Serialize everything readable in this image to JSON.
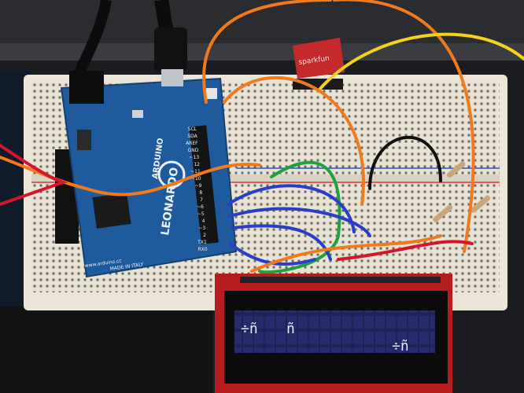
{
  "arduino": {
    "brand": "ARDUINO",
    "model": "LEONARDO",
    "origin": "MADE IN ITALY",
    "site": "www.arduino.cc",
    "pins": [
      "SCL",
      "SDA",
      "AREF",
      "GND",
      "~13",
      "12",
      "~11",
      "~10",
      "~9",
      "8",
      "7",
      "~6",
      "~5",
      "4",
      "~3",
      "2",
      "TX1",
      "RX0"
    ]
  },
  "sensor": {
    "label": "sparkfun"
  },
  "lcd": {
    "glyph_left": "÷ñ",
    "glyph_mid": "ñ",
    "glyph_right": "÷ñ"
  },
  "colors": {
    "desk": "#1b1d20",
    "breadboard": "#e8e2d4",
    "arduino_blue": "#1f5a9c",
    "sparkfun_red": "#c4292b",
    "lcd_screen": "#1e2257",
    "wire_orange": "#f07a1c",
    "wire_blue": "#2a3ec7",
    "wire_red": "#d4162a",
    "wire_green": "#1fa23b",
    "wire_yellow": "#f5d21c",
    "wire_black": "#111111"
  }
}
